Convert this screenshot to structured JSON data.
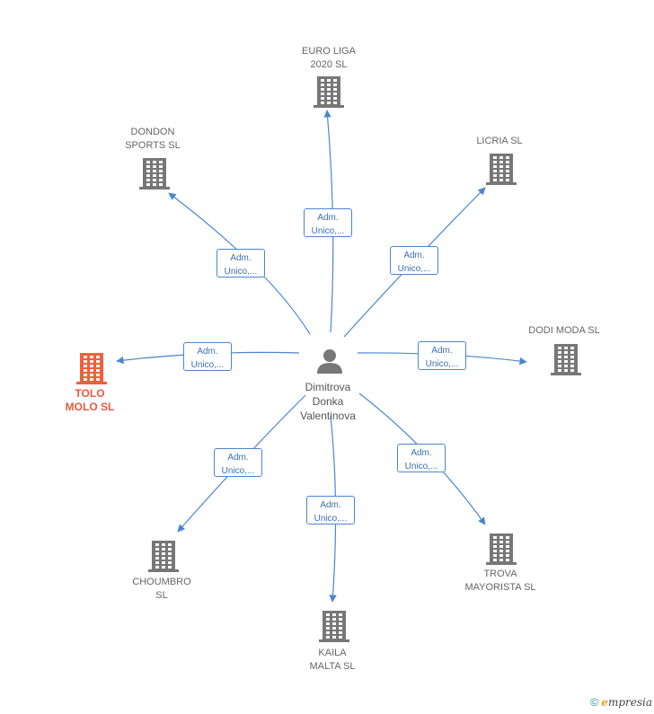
{
  "person": {
    "name": "Dimitrova\nDonka\nValentinova"
  },
  "role_label": "Adm.\nUnico,...",
  "companies": [
    {
      "id": "euro-liga-2020",
      "name": "EURO LIGA\n2020  SL"
    },
    {
      "id": "licria",
      "name": "LICRIA  SL"
    },
    {
      "id": "dodi-moda",
      "name": "DODI MODA  SL"
    },
    {
      "id": "trova-mayorista",
      "name": "TROVA\nMAYORISTA  SL"
    },
    {
      "id": "kaila-malta",
      "name": "KAILA\nMALTA  SL"
    },
    {
      "id": "choumbro",
      "name": "CHOUMBRO\nSL"
    },
    {
      "id": "tolo-molo",
      "name": "TOLO\nMOLO  SL",
      "focus": true
    },
    {
      "id": "dondon-sports",
      "name": "DONDON\nSPORTS  SL"
    }
  ],
  "colors": {
    "edge": "#4a86cf",
    "building": "#777777",
    "focus_building": "#f0603a",
    "person": "#777777"
  },
  "footer": {
    "copyright": "©",
    "brand_first": "e",
    "brand_rest": "mpresia"
  }
}
